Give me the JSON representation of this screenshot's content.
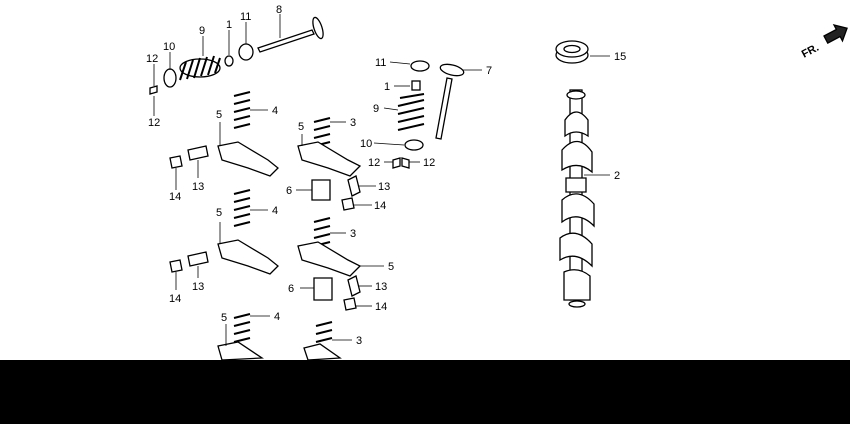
{
  "diagram": {
    "orientation_label": "FR.",
    "callouts": [
      {
        "id": "c8",
        "text": "8"
      },
      {
        "id": "c9",
        "text": "9"
      },
      {
        "id": "c10",
        "text": "10"
      },
      {
        "id": "c1a",
        "text": "1"
      },
      {
        "id": "c11a",
        "text": "11"
      },
      {
        "id": "c12a",
        "text": "12"
      },
      {
        "id": "c12b",
        "text": "12"
      },
      {
        "id": "c11b",
        "text": "11"
      },
      {
        "id": "c7",
        "text": "7"
      },
      {
        "id": "c1b",
        "text": "1"
      },
      {
        "id": "c9b",
        "text": "9"
      },
      {
        "id": "c10b",
        "text": "10"
      },
      {
        "id": "c12c",
        "text": "12"
      },
      {
        "id": "c12d",
        "text": "12"
      },
      {
        "id": "c15",
        "text": "15"
      },
      {
        "id": "c2",
        "text": "2"
      },
      {
        "id": "c4a",
        "text": "4"
      },
      {
        "id": "c5a",
        "text": "5"
      },
      {
        "id": "c5b",
        "text": "5"
      },
      {
        "id": "c3a",
        "text": "3"
      },
      {
        "id": "c13a",
        "text": "13"
      },
      {
        "id": "c14a",
        "text": "14"
      },
      {
        "id": "c6a",
        "text": "6"
      },
      {
        "id": "c13b",
        "text": "13"
      },
      {
        "id": "c14b",
        "text": "14"
      },
      {
        "id": "c5c",
        "text": "5"
      },
      {
        "id": "c4b",
        "text": "4"
      },
      {
        "id": "c3b",
        "text": "3"
      },
      {
        "id": "c5d",
        "text": "5"
      },
      {
        "id": "c13c",
        "text": "13"
      },
      {
        "id": "c14c",
        "text": "14"
      },
      {
        "id": "c6b",
        "text": "6"
      },
      {
        "id": "c13d",
        "text": "13"
      },
      {
        "id": "c14d",
        "text": "14"
      },
      {
        "id": "c5e",
        "text": "5"
      },
      {
        "id": "c4c",
        "text": "4"
      },
      {
        "id": "c3c",
        "text": "3"
      }
    ]
  }
}
